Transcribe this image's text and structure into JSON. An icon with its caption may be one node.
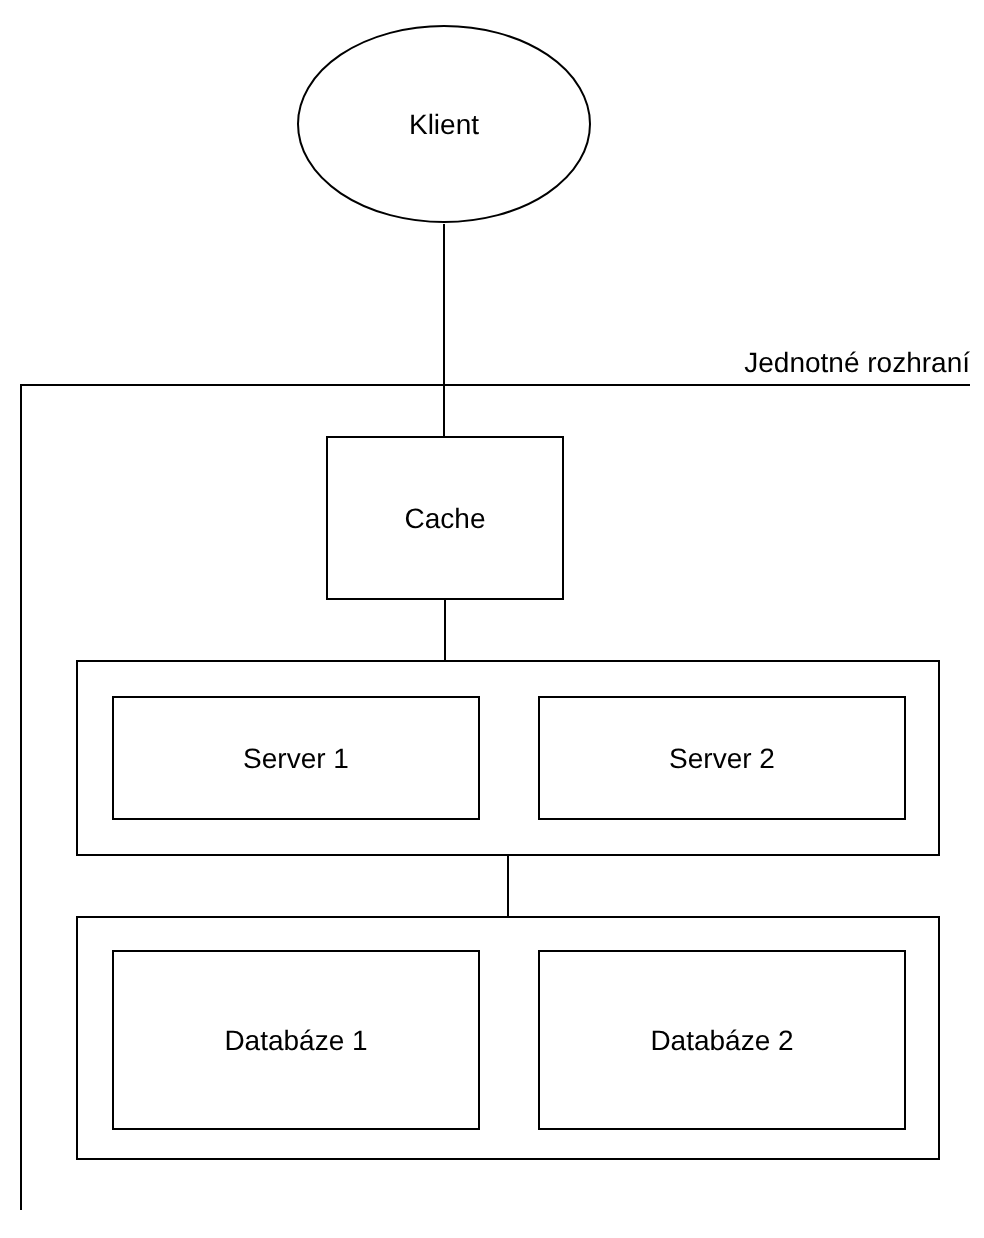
{
  "diagram": {
    "nodes": [
      {
        "text": [
          "Klient"
        ]
      },
      {
        "text": [
          "Jednotné rozhraní"
        ]
      },
      {
        "text": [
          "Cache"
        ],
        "in": 1
      },
      {
        "text": [],
        "shape": "box",
        "in": 1
      },
      {
        "text": [
          "Server 1"
        ],
        "in": 3
      },
      {
        "text": [
          "Server 2"
        ],
        "in": 3
      },
      {
        "text": [],
        "shape": "box",
        "in": 1
      },
      {
        "text": [
          "Databáze 1"
        ],
        "in": 6
      },
      {
        "text": [
          "Databáze 2"
        ],
        "in": 6
      }
    ],
    "edges": [
      {
        "from": 0,
        "to": 2,
        "arrow": "none"
      },
      {
        "from": 2,
        "to": 3,
        "arrow": "none"
      },
      {
        "from": 3,
        "to": 6,
        "arrow": "none"
      }
    ]
  }
}
